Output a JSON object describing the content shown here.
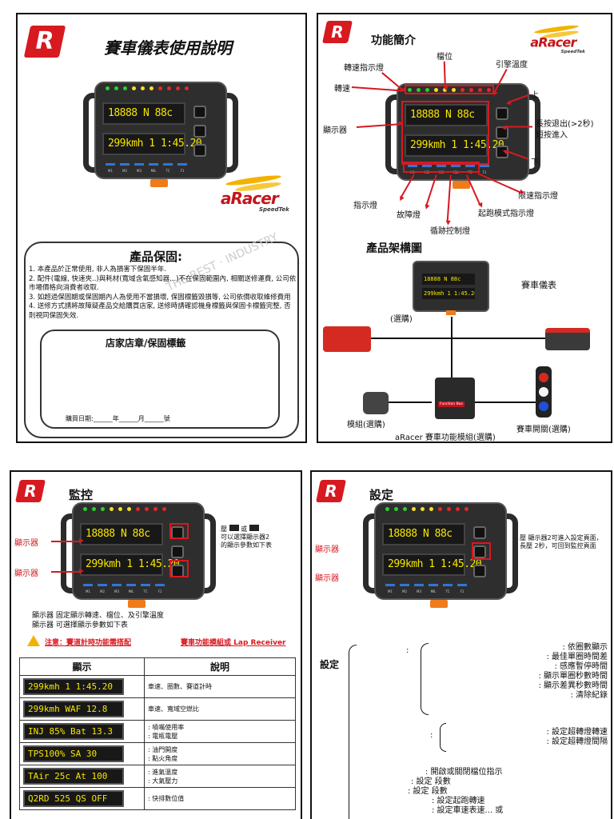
{
  "colors": {
    "accent": "#d71920",
    "lcd_text": "#f7e600",
    "connector": "#f07b1a"
  },
  "device": {
    "brand": "aRacer",
    "line1": "18888  N  88c",
    "line2": "299kmh 1 1:45.20",
    "slots": [
      "M1",
      "M2",
      "M3",
      "MIL",
      "TC",
      "F1"
    ]
  },
  "aracer_logo": {
    "word": "aRacer",
    "sub": "SpeedTek"
  },
  "panel1": {
    "title": "賽車儀表使用說明",
    "warranty_title": "產品保固:",
    "warranty_items": [
      "1. 本產品於正常使用, 非人為損害下保固半年.",
      "2. 配件(電線, 快速夾..)與耗材(寬域含氧感知器...)不在保固範圍內, 相關送修運費, 公司依市場價格向消費者收取.",
      "3. 如超過保固期或保固期內人為使用不當損壞, 保固標籤毀損等, 公司依價收取維修費用",
      "4. 送修方式請將故障疑產品交給購買店家, 送修時請確認機身標籤與保固卡標籤完整, 否則視同保固失效."
    ],
    "stamp_title": "店家店章/保固標籤",
    "date_line": "購買日期:______年______月______號",
    "watermark": "THE BEST · INDUSTRY"
  },
  "panel2": {
    "title": "功能簡介",
    "labels": {
      "gear": "檔位",
      "rpm_lights": "轉速指示燈",
      "engine_temp": "引擎溫度",
      "rpm": "轉速",
      "up": "上",
      "display": "顯示器",
      "long_press": "長按退出(>2秒)",
      "short_press": "短按進入",
      "down": "下",
      "indicator": "指示燈",
      "limiter": "限速指示燈",
      "fault": "故障燈",
      "launch": "起跑模式指示燈",
      "traction": "循跡控制燈"
    },
    "arch_title": "產品架構圖",
    "arch_labels": {
      "dash": "賽車儀表",
      "optional": "(選購)",
      "module": "模組(選購)",
      "switch": "賽車開關(選購)",
      "function_module": "aRacer 賽車功能模組(選購)",
      "function_box": "Function Box"
    }
  },
  "panel3": {
    "title": "監控",
    "left_labels": [
      "顯示器",
      "顯示器"
    ],
    "press_note_1": "壓",
    "press_note_or": "或",
    "press_note_2": "可以選擇顯示器2",
    "press_note_3": "的顯示參數如下表",
    "desc_1": "顯示器    固定顯示轉速、檔位、及引擎溫度",
    "desc_2": "顯示器    可選擇顯示參數如下表",
    "notice": "注意：賽道計時功能需搭配",
    "notice_2": "賽車功能模組或 Lap Receiver",
    "table_headers": [
      "顯示",
      "說明"
    ],
    "rows": [
      {
        "lcd": "299kmh 1 1:45.20",
        "desc": "車速、圈數、賽道計時"
      },
      {
        "lcd": "299kmh WAF 12.8",
        "desc": "車速、寬域空燃比"
      },
      {
        "lcd": "INJ 85%  Bat 13.3",
        "desc": ": 噴嘴使用率\n: 電瓶電壓"
      },
      {
        "lcd": "TPS100%  SA 30",
        "desc": ": 油門開度\n: 點火角度"
      },
      {
        "lcd": "TAir 25c  At 100",
        "desc": ": 進氣溫度\n: 大氣壓力"
      },
      {
        "lcd": "Q2RD 525  QS OFF",
        "desc": ": 快排數位值"
      }
    ]
  },
  "panel4": {
    "title": "設定",
    "left_labels": [
      "顯示器",
      "顯示器"
    ],
    "note": "壓     顯示器2可進入設定頁面，長壓     2秒，可回到監控頁面",
    "set_label": "設定",
    "colon_1": ":",
    "colon_2": ":",
    "group1": [
      ": 依圈數顯示",
      ": 最佳單圈時間差",
      ": 感應暫停時間",
      ": 顯示單圈秒數時間",
      ": 顯示差異秒數時間",
      ": 清除紀錄"
    ],
    "group2": [
      ": 設定超轉燈轉速",
      ": 設定超轉燈間隔"
    ],
    "lines": [
      ": 開啟或關閉檔位指示",
      ": 設定        段數",
      ": 設定        段數",
      ": 設定起跑轉速",
      ": 設定車速表速...    或"
    ]
  }
}
